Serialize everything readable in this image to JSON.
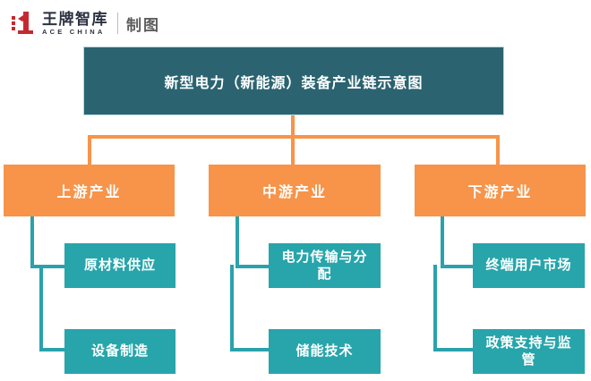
{
  "logo": {
    "brand_cn": "王牌智库",
    "brand_en": "ACE CHINA",
    "suffix": "制图"
  },
  "colors": {
    "logo_red": "#c5292f",
    "logo_navy": "#2b3140",
    "suffix_gray": "#5d5d5d",
    "title_bg": "#2b6470",
    "title_border": "#b7d7e4",
    "tier_orange": "#f7944a",
    "leaf_teal": "#27a5ab",
    "connector_teal": "#2aa2ac",
    "text_white": "#ffffff"
  },
  "diagram": {
    "title": "新型电力（新能源）装备产业链示意图",
    "branches": [
      {
        "label": "上游产业",
        "children": [
          "原材料供应",
          "设备制造"
        ]
      },
      {
        "label": "中游产业",
        "children": [
          "电力传输与分配",
          "储能技术"
        ]
      },
      {
        "label": "下游产业",
        "children": [
          "终端用户市场",
          "政策支持与监管"
        ]
      }
    ]
  }
}
